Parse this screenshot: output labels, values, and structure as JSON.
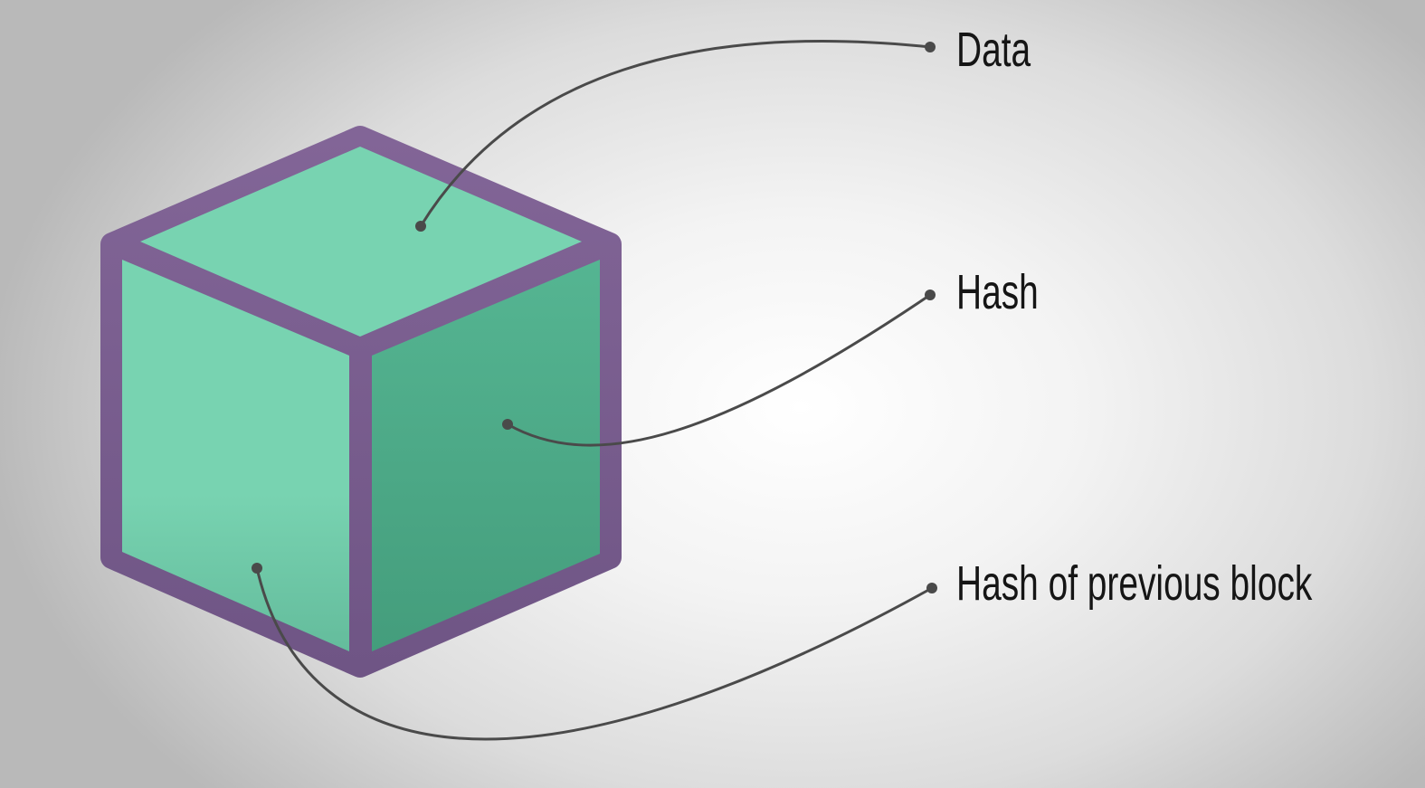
{
  "labels": {
    "data": "Data",
    "hash": "Hash",
    "prev_hash": "Hash of previous block"
  },
  "colors": {
    "outline": "#7f6196",
    "top_face": "#78d3b1",
    "left_face": "#78d3b1",
    "right_face": "#53b28f",
    "connector": "#4a4a4a"
  }
}
